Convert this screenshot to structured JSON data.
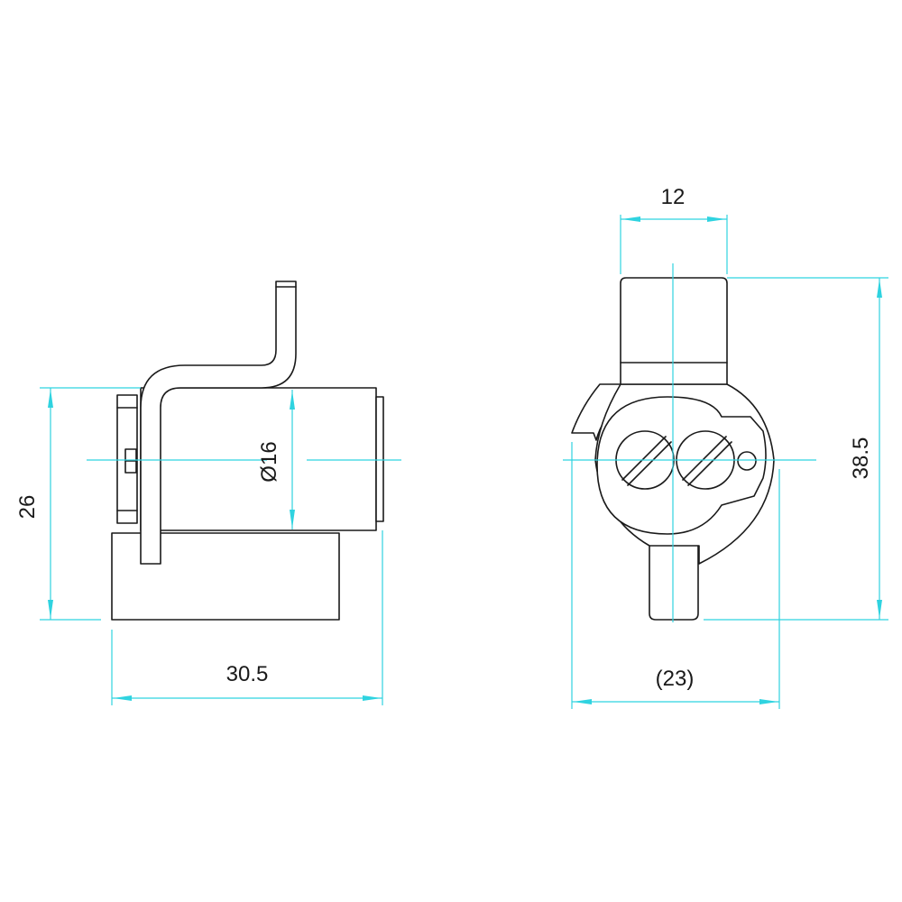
{
  "drawing": {
    "line_color": "#1a1a1a",
    "dimension_color": "#2fd3e0",
    "side_view": {
      "height_label": "26",
      "width_label": "30.5",
      "diameter_label": "Ø16"
    },
    "front_view": {
      "top_width_label": "12",
      "height_label": "38.5",
      "bottom_width_label": "(23)"
    }
  }
}
